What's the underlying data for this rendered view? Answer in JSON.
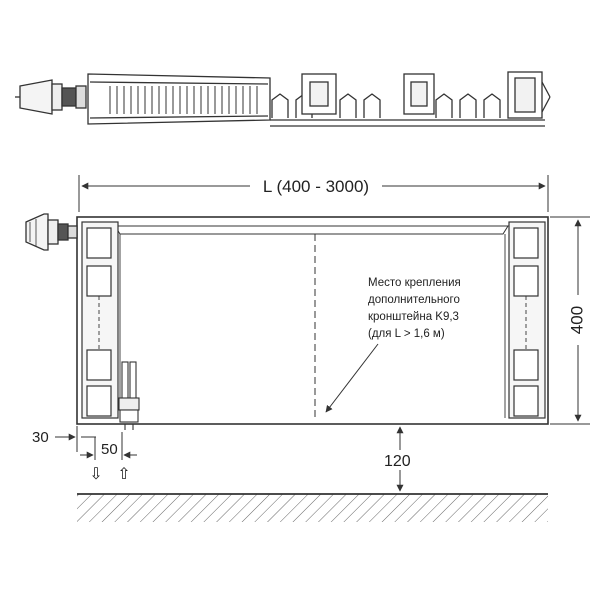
{
  "dimensions": {
    "length_label": "L (400 - 3000)",
    "height_label": "400",
    "offset_left_label": "30",
    "offset_pipe_label": "50",
    "floor_gap_label": "120"
  },
  "note": {
    "line1": "Место крепления",
    "line2": "дополнительного",
    "line3": "кронштейна K9,3",
    "line4": "(для L > 1,6 м)"
  },
  "flow_symbols": {
    "down": "⇩",
    "up": "⇧"
  },
  "colors": {
    "stroke": "#333333",
    "panel_fill": "#f2f2f2",
    "dark_fill": "#555555"
  }
}
